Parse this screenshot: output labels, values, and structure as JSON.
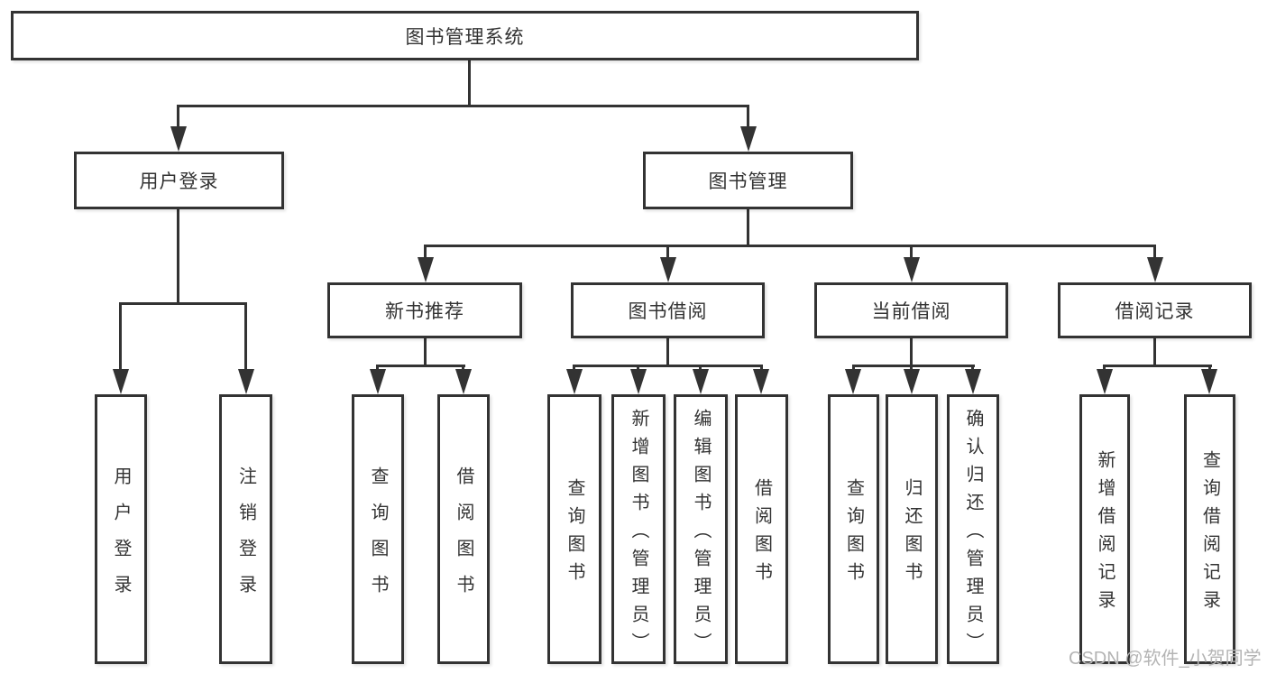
{
  "tree": {
    "root": "图书管理系统",
    "branches": [
      {
        "label": "用户登录",
        "children": [
          "用户登录",
          "注销登录"
        ]
      },
      {
        "label": "图书管理",
        "sections": [
          {
            "label": "新书推荐",
            "children": [
              "查询图书",
              "借阅图书"
            ]
          },
          {
            "label": "图书借阅",
            "children": [
              "查询图书",
              "新增图书（管理员）",
              "编辑图书（管理员）",
              "借阅图书"
            ]
          },
          {
            "label": "当前借阅",
            "children": [
              "查询图书",
              "归还图书",
              "确认归还（管理员）"
            ]
          },
          {
            "label": "借阅记录",
            "children": [
              "新增借阅记录",
              "查询借阅记录"
            ]
          }
        ]
      }
    ]
  },
  "watermark": "CSDN @软件_小贺同学",
  "colors": {
    "line": "#333333",
    "text": "#333333",
    "watermark": "#b4b4b4",
    "background": "#ffffff"
  }
}
